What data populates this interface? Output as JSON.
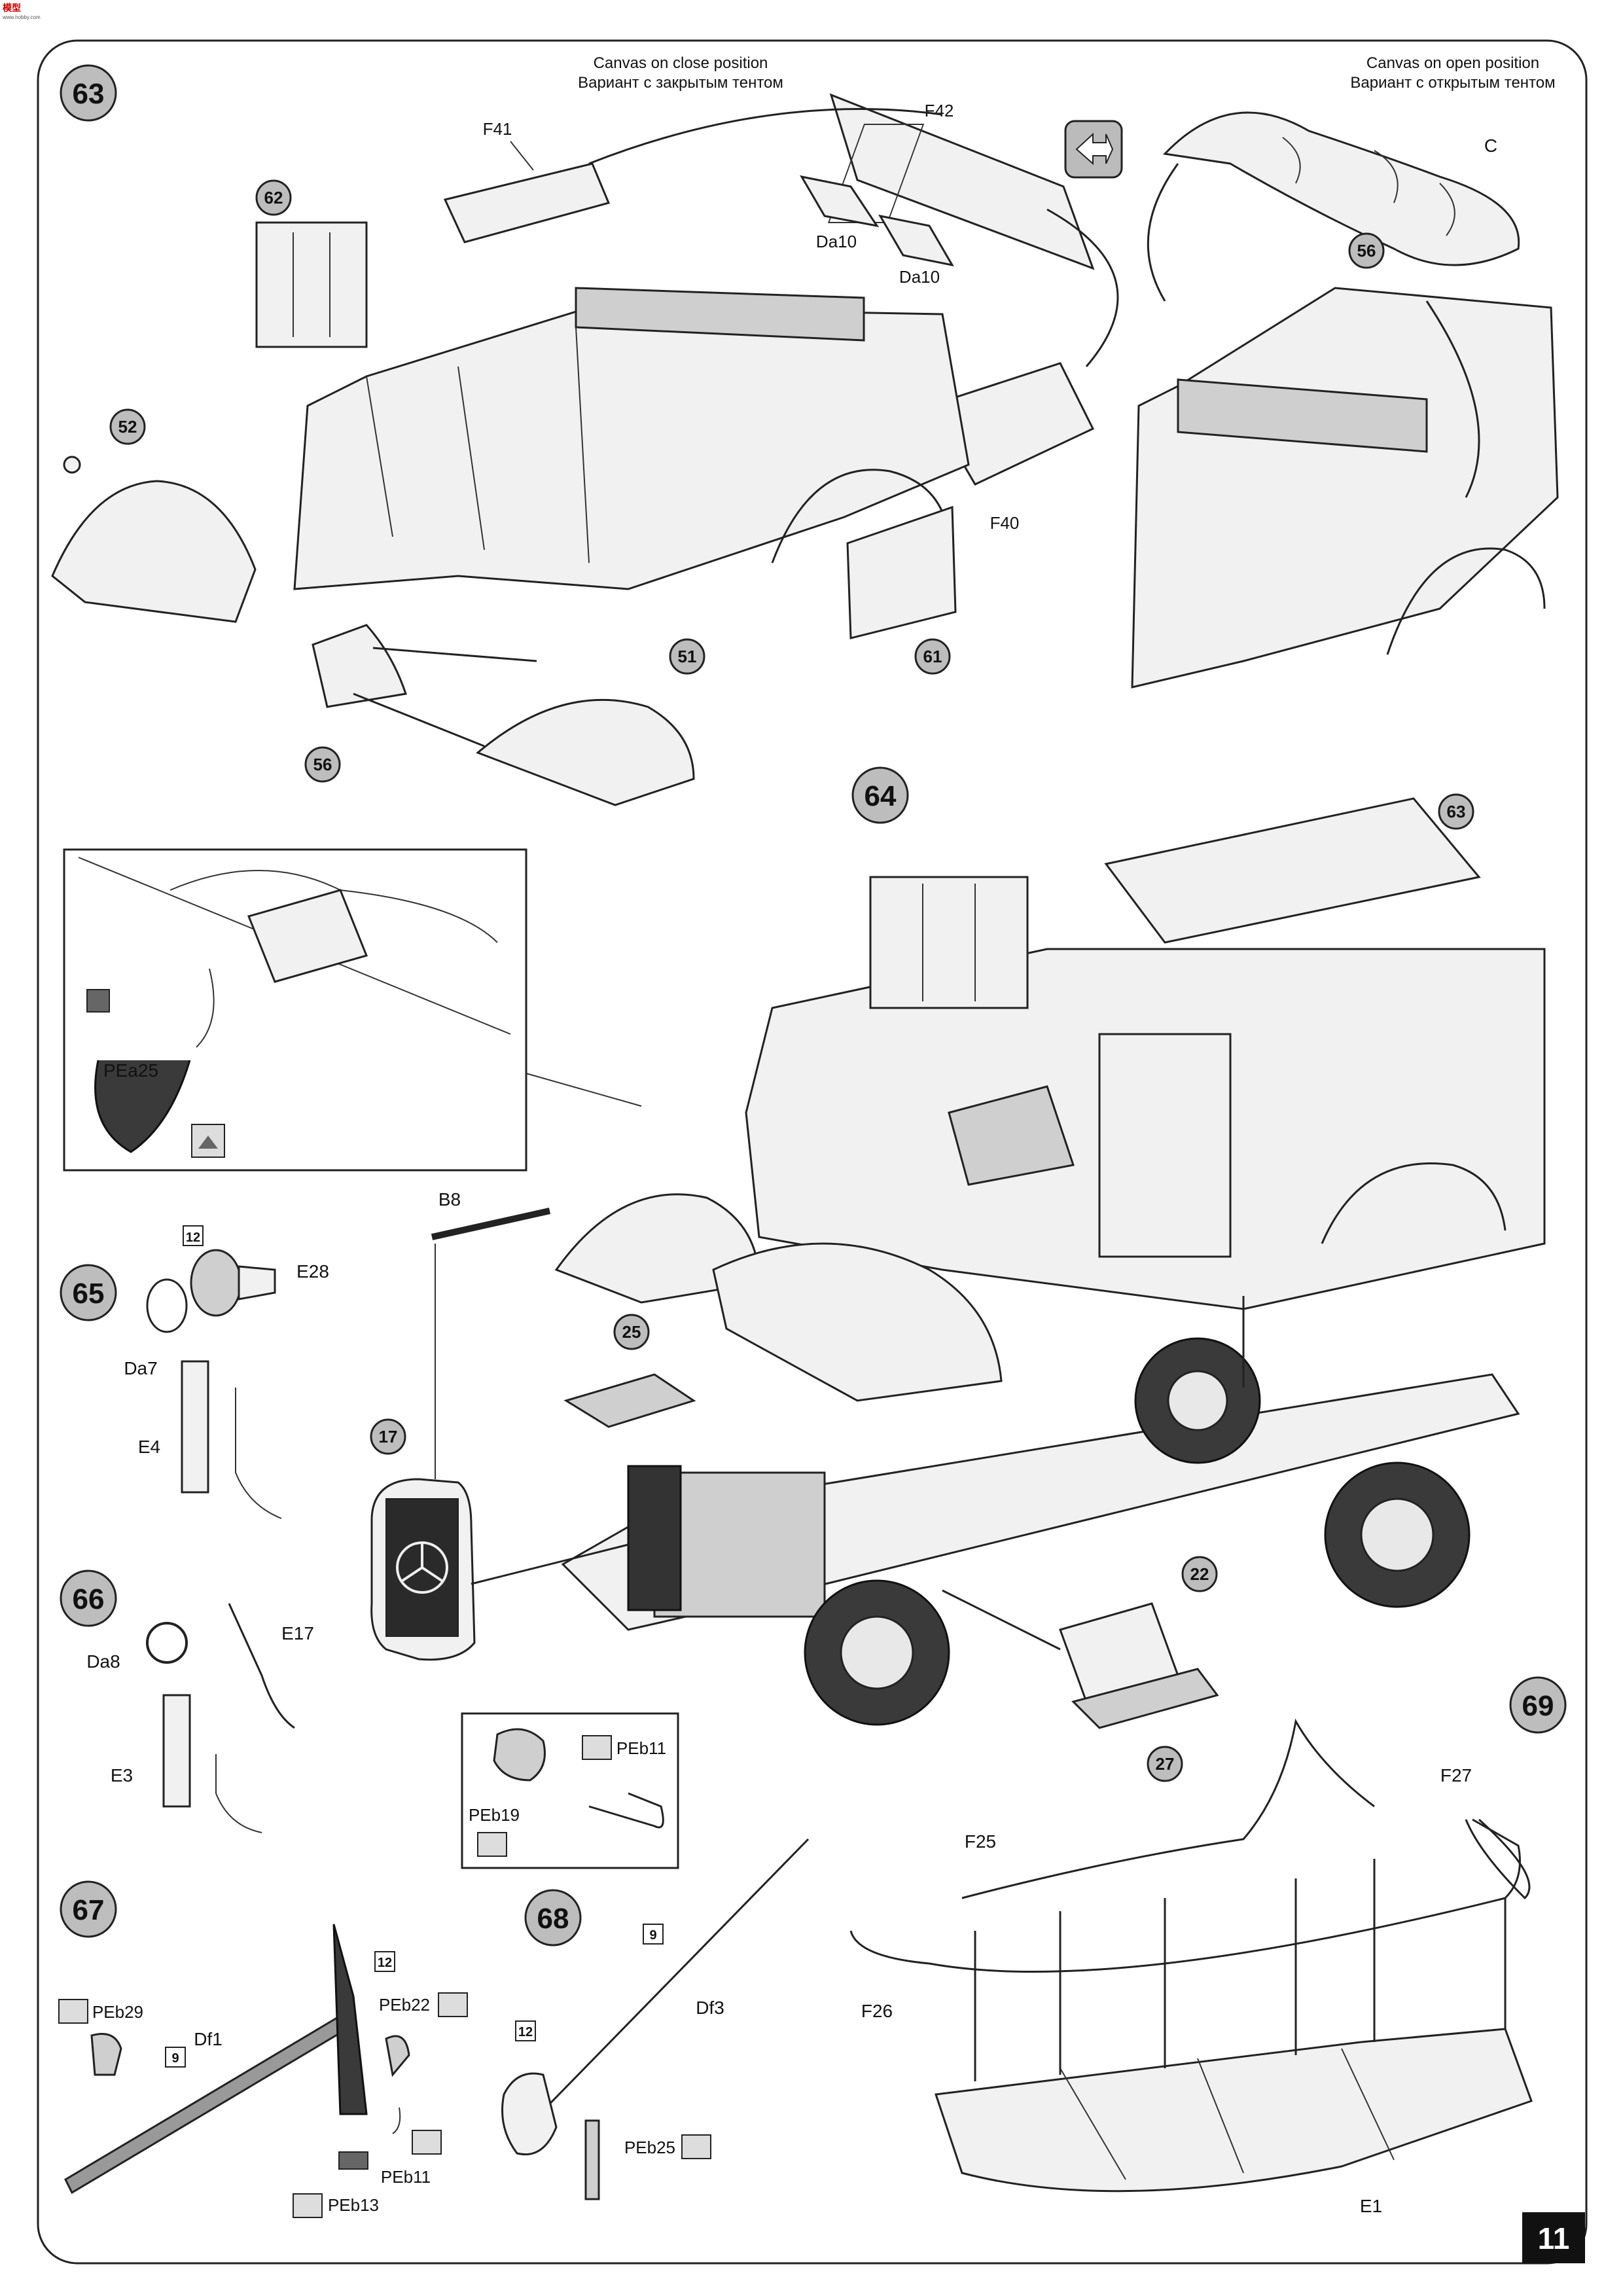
{
  "logo": {
    "text": "模型",
    "sub": "www.hobby.com"
  },
  "page_number": "11",
  "steps": {
    "s63": "63",
    "s64": "64",
    "s65": "65",
    "s66": "66",
    "s67": "67",
    "s68": "68",
    "s69": "69"
  },
  "canvas_close": {
    "en": "Canvas on close position",
    "ru": "Вариант с закрытым тентом"
  },
  "canvas_open": {
    "en": "Canvas on open position",
    "ru": "Вариант с открытым тентом"
  },
  "subassemblies": {
    "a62": "62",
    "a52": "52",
    "a56": "56",
    "a51": "51",
    "a61": "61",
    "a56b": "56",
    "a63": "63",
    "a25": "25",
    "a17": "17",
    "a22": "22",
    "a27": "27"
  },
  "parts": {
    "F41": "F41",
    "F42": "F42",
    "Da10a": "Da10",
    "Da10b": "Da10",
    "F40": "F40",
    "C": "C",
    "PEa25": "PEa25",
    "B8": "B8",
    "E28": "E28",
    "Da7": "Da7",
    "E4": "E4",
    "Da8": "Da8",
    "E17": "E17",
    "E3": "E3",
    "PEb11a": "PEb11",
    "PEb19": "PEb19",
    "PEb29": "PEb29",
    "PEb22": "PEb22",
    "Df1": "Df1",
    "PEb11b": "PEb11",
    "PEb13": "PEb13",
    "Df3": "Df3",
    "PEb25": "PEb25",
    "F27": "F27",
    "F25": "F25",
    "F26": "F26",
    "E1": "E1"
  },
  "paint_codes": {
    "c12a": "12",
    "c12b": "12",
    "c9a": "9",
    "c9b": "9",
    "c12c": "12"
  }
}
